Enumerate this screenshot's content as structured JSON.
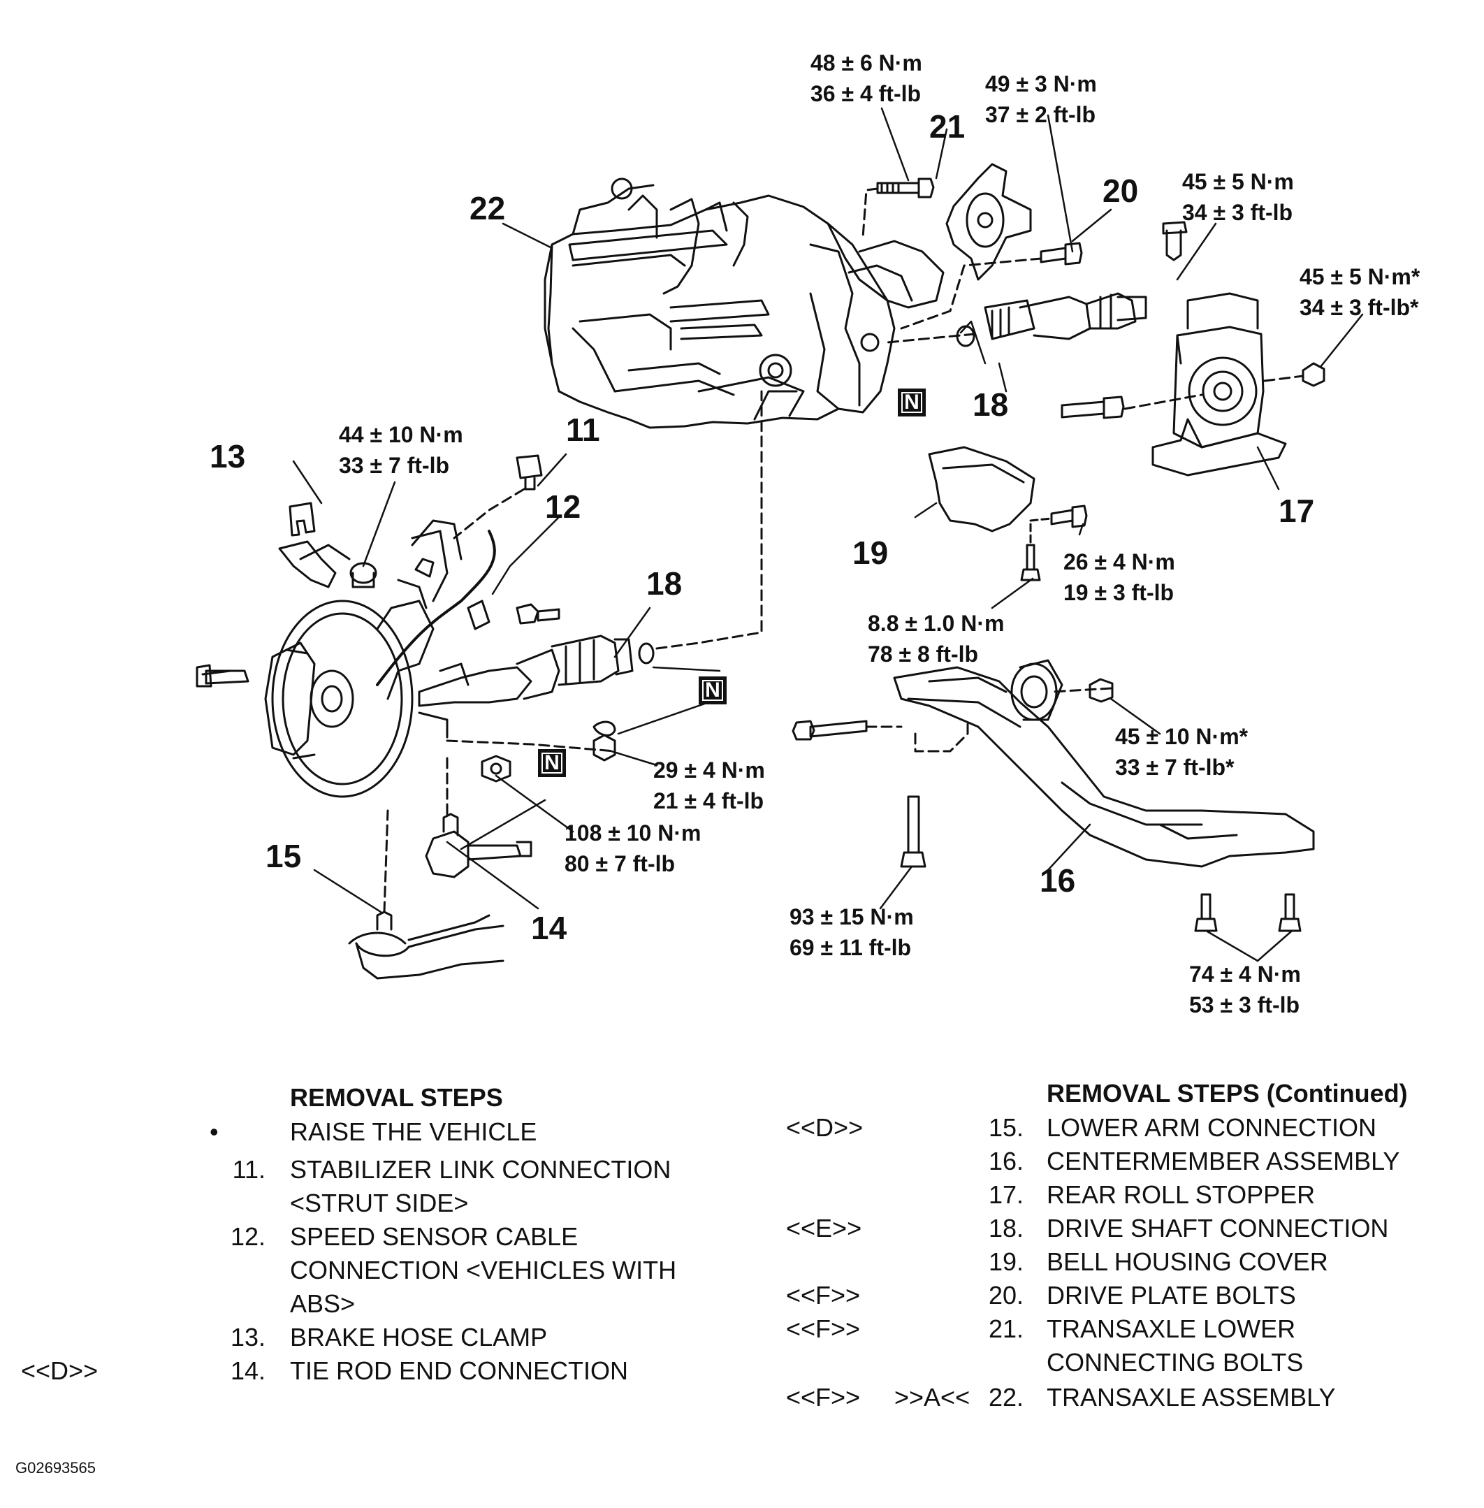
{
  "figure_id": "G02693565",
  "callouts": {
    "c11": "11",
    "c12": "12",
    "c13": "13",
    "c14": "14",
    "c15": "15",
    "c16": "16",
    "c17": "17",
    "c18a": "18",
    "c18b": "18",
    "c19": "19",
    "c20": "20",
    "c21": "21",
    "c22": "22"
  },
  "torque": {
    "t21": [
      "48 ± 6 N·m",
      "36 ± 4 ft-lb"
    ],
    "t20": [
      "49 ± 3 N·m",
      "37 ± 2 ft-lb"
    ],
    "t17a": [
      "45 ± 5 N·m",
      "34 ± 3 ft-lb"
    ],
    "t17b": [
      "45 ± 5 N·m*",
      "34 ± 3 ft-lb*"
    ],
    "t11": [
      "44 ± 10 N·m",
      "33 ± 7 ft-lb"
    ],
    "t19a": [
      "26 ± 4 N·m",
      "19 ± 3 ft-lb"
    ],
    "t19b": [
      "8.8 ± 1.0 N·m",
      "78 ± 8 ft-lb"
    ],
    "t16a": [
      "45 ± 10 N·m*",
      "33 ± 7 ft-lb*"
    ],
    "t14a": [
      "29 ± 4 N·m",
      "21 ± 4 ft-lb"
    ],
    "t14b": [
      "108 ± 10 N·m",
      "80 ± 7 ft-lb"
    ],
    "t16b": [
      "93 ± 15 N·m",
      "69 ± 11 ft-lb"
    ],
    "t16c": [
      "74 ± 4 N·m",
      "53 ± 3 ft-lb"
    ]
  },
  "n_marks": {
    "n1": "N",
    "n2": "N",
    "n3": "N"
  },
  "steps_left": {
    "title": "REMOVAL STEPS",
    "rows": [
      {
        "code": "",
        "num": "•",
        "lines": [
          "RAISE THE VEHICLE"
        ]
      },
      {
        "code": "",
        "num": "11.",
        "lines": [
          "STABILIZER LINK CONNECTION",
          "<STRUT SIDE>"
        ]
      },
      {
        "code": "",
        "num": "12.",
        "lines": [
          "SPEED SENSOR CABLE",
          "CONNECTION <VEHICLES WITH",
          "ABS>"
        ]
      },
      {
        "code": "",
        "num": "13.",
        "lines": [
          "BRAKE HOSE CLAMP"
        ]
      },
      {
        "code": "<<D>>",
        "num": "14.",
        "lines": [
          "TIE ROD END CONNECTION"
        ]
      }
    ]
  },
  "steps_right": {
    "title": "REMOVAL STEPS (Continued)",
    "rows": [
      {
        "code": "<<D>>",
        "code2": "",
        "num": "15.",
        "lines": [
          "LOWER ARM CONNECTION"
        ]
      },
      {
        "code": "",
        "code2": "",
        "num": "16.",
        "lines": [
          "CENTERMEMBER ASSEMBLY"
        ]
      },
      {
        "code": "",
        "code2": "",
        "num": "17.",
        "lines": [
          "REAR ROLL STOPPER"
        ]
      },
      {
        "code": "<<E>>",
        "code2": "",
        "num": "18.",
        "lines": [
          "DRIVE SHAFT CONNECTION"
        ]
      },
      {
        "code": "",
        "code2": "",
        "num": "19.",
        "lines": [
          "BELL HOUSING COVER"
        ]
      },
      {
        "code": "<<F>>",
        "code2": "",
        "num": "20.",
        "lines": [
          "DRIVE PLATE BOLTS"
        ]
      },
      {
        "code": "<<F>>",
        "code2": "",
        "num": "21.",
        "lines": [
          "TRANSAXLE LOWER",
          "CONNECTING BOLTS"
        ]
      },
      {
        "code": "<<F>>",
        "code2": ">>A<<",
        "num": "22.",
        "lines": [
          "TRANSAXLE ASSEMBLY"
        ]
      }
    ]
  }
}
